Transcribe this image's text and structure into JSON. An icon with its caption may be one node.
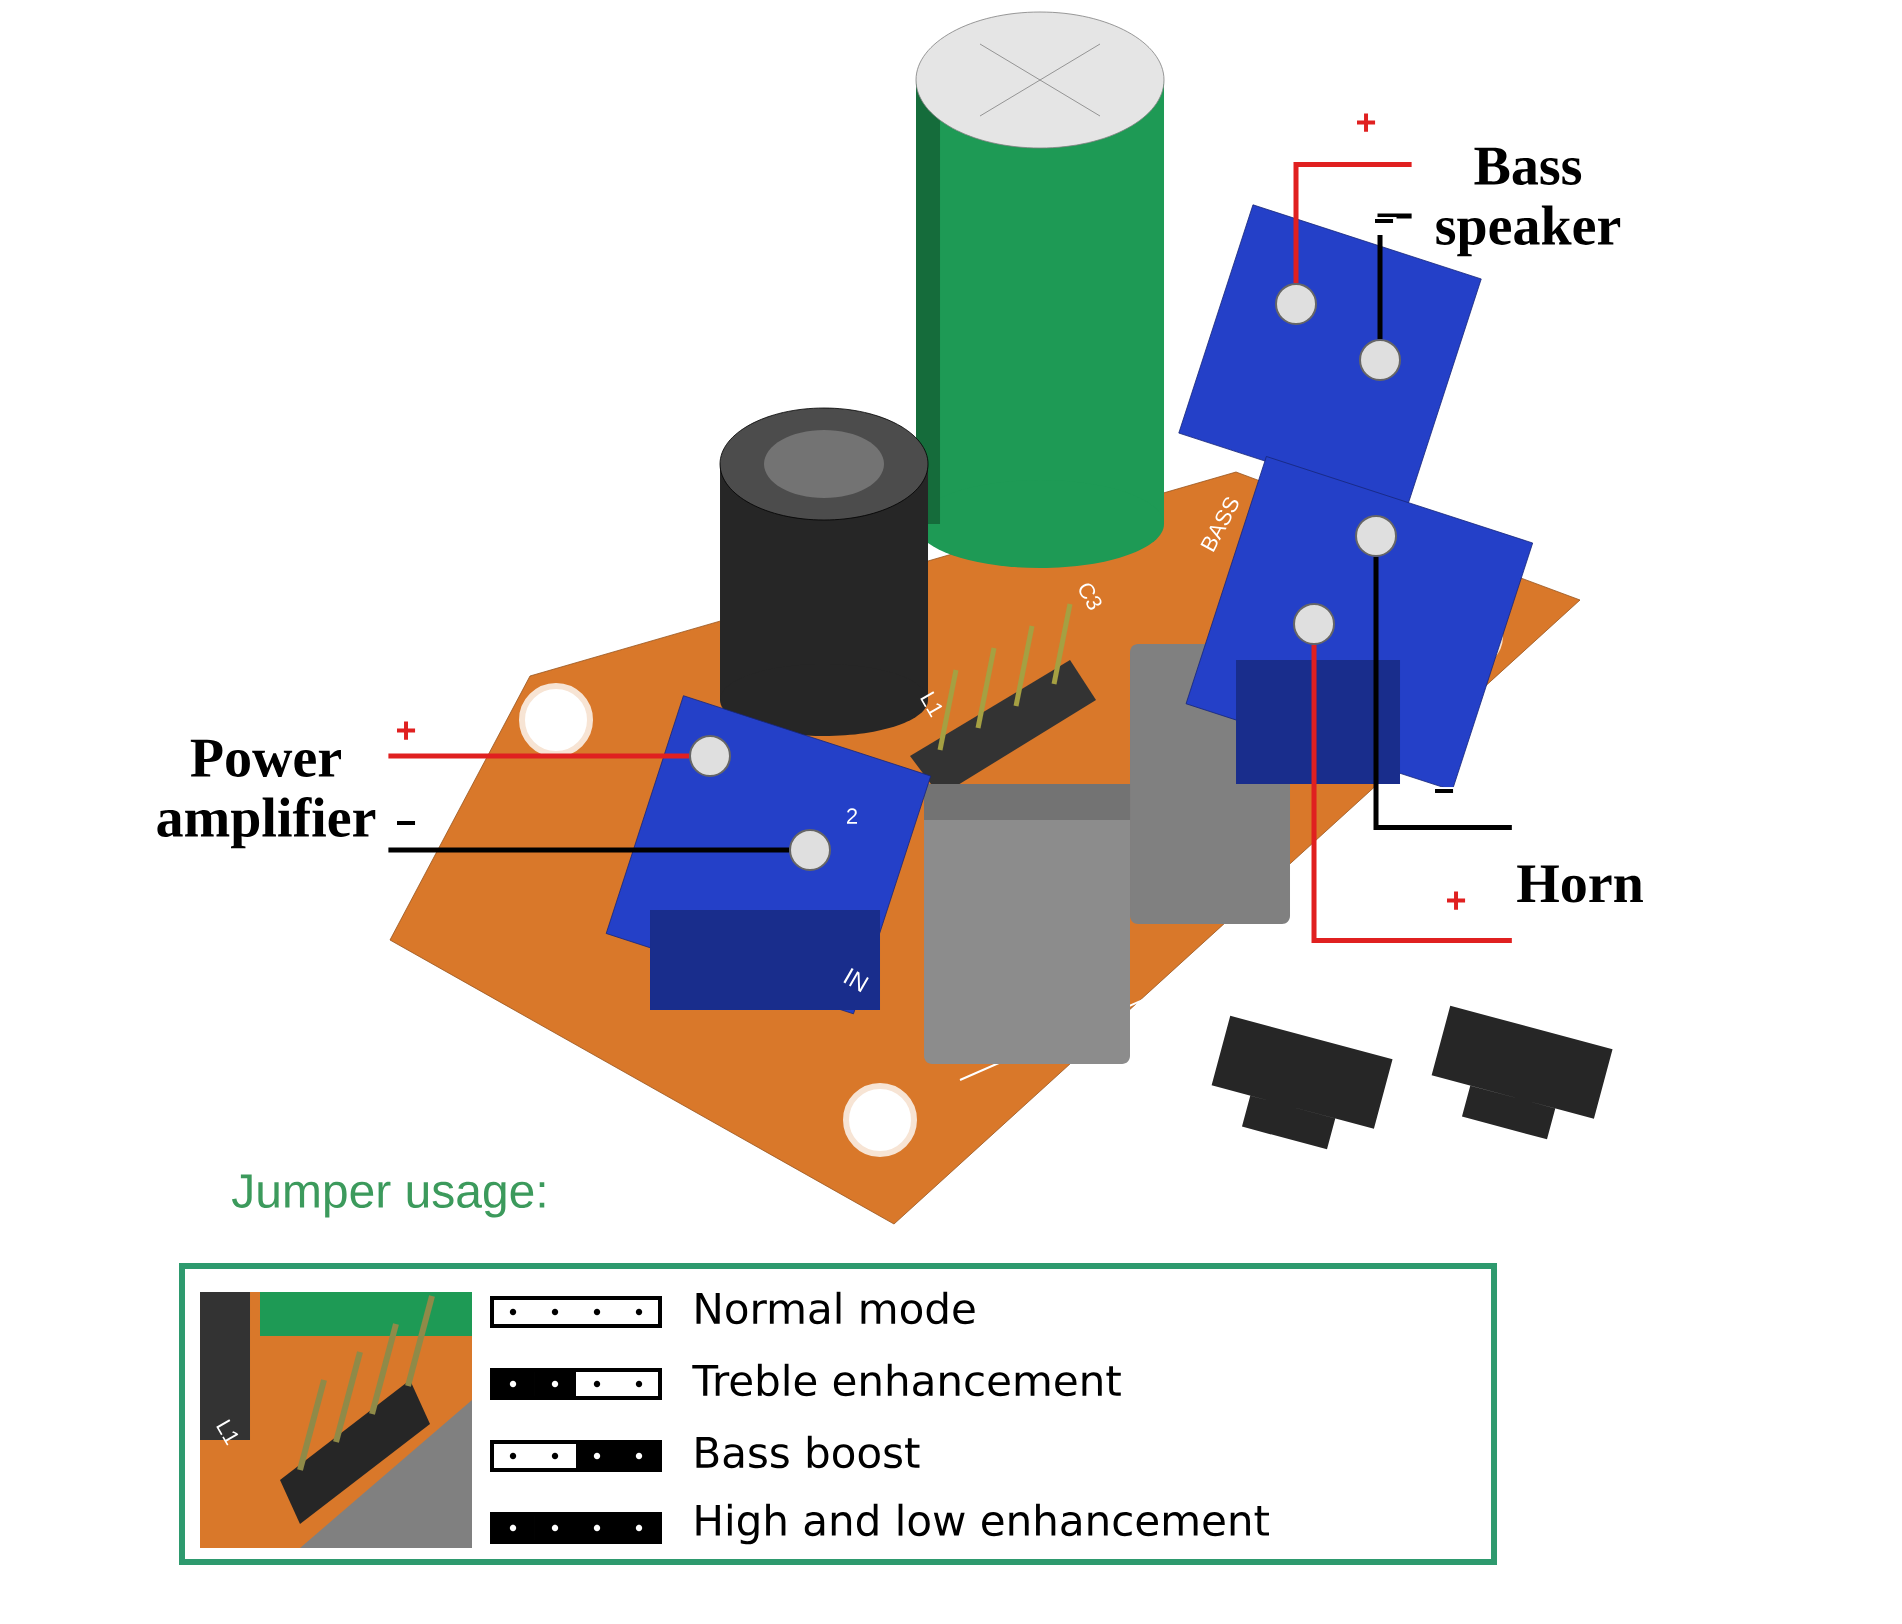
{
  "diagram": {
    "nodes": [
      {
        "text": [
          "Power amplifier"
        ]
      },
      {
        "text": [
          "Bass speaker"
        ]
      },
      {
        "text": [
          "Horn"
        ]
      },
      {
        "text": [],
        "shape": "circle"
      },
      {
        "text": [],
        "shape": "circle"
      },
      {
        "text": [],
        "shape": "circle"
      },
      {
        "text": [],
        "shape": "circle"
      },
      {
        "text": [],
        "shape": "circle"
      },
      {
        "text": [],
        "shape": "circle"
      }
    ],
    "edges": [
      {
        "from": 0,
        "to": 3,
        "arrow": "none",
        "label": "+",
        "color": "#e02020"
      },
      {
        "from": 0,
        "to": 4,
        "arrow": "none",
        "label": "−",
        "color": "#000000"
      },
      {
        "from": 1,
        "to": 5,
        "arrow": "none",
        "label": "+",
        "color": "#e02020"
      },
      {
        "from": 1,
        "to": 6,
        "arrow": "none",
        "label": "−",
        "color": "#000000"
      },
      {
        "from": 2,
        "to": 7,
        "arrow": "none",
        "label": "+",
        "color": "#e02020"
      },
      {
        "from": 2,
        "to": 8,
        "arrow": "none",
        "label": "−",
        "color": "#000000"
      }
    ],
    "labels": [
      "BASS",
      "C3",
      "L1",
      "2",
      "IN",
      "Jumper usage:",
      "L1"
    ],
    "legend": [
      {
        "text": "Normal mode"
      },
      {
        "text": "Treble enhancement"
      },
      {
        "text": "Bass boost"
      },
      {
        "text": "High and low enhancement"
      }
    ]
  }
}
